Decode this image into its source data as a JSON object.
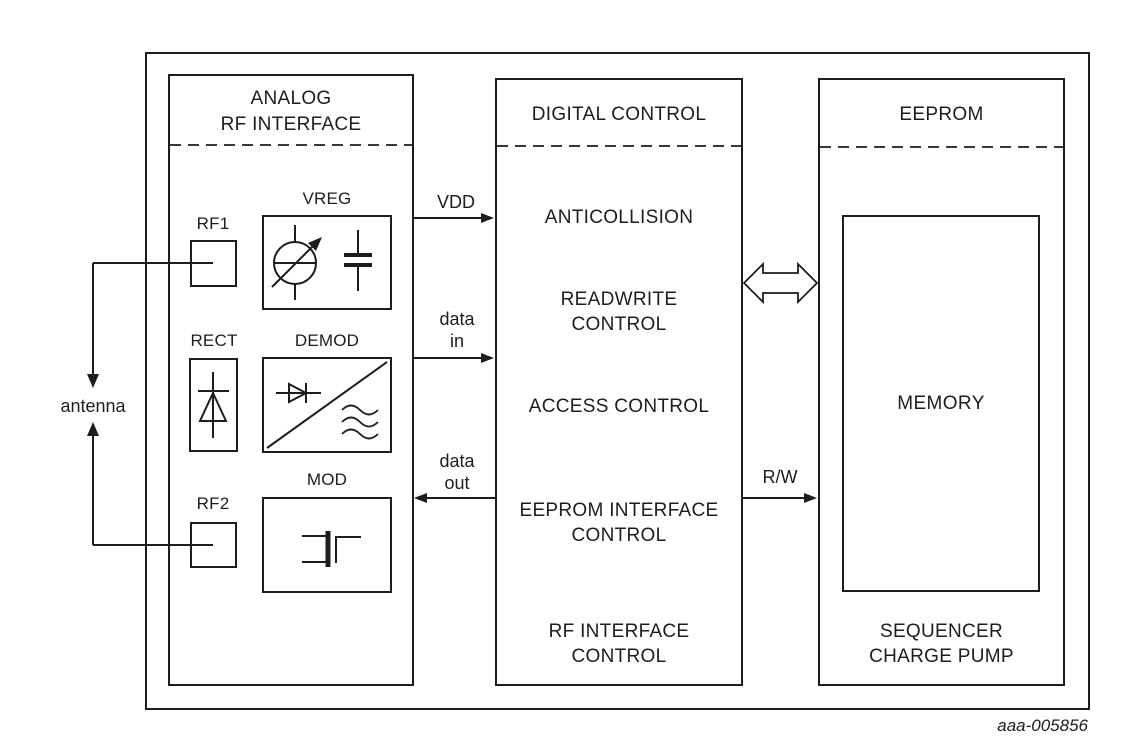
{
  "figure_id": "aaa-005856",
  "antenna_label": "antenna",
  "analog_block": {
    "title_lines": [
      "ANALOG",
      "RF INTERFACE"
    ],
    "components": {
      "rf1": "RF1",
      "vreg": "VREG",
      "rect": "RECT",
      "demod": "DEMOD",
      "mod": "MOD",
      "rf2": "RF2"
    }
  },
  "digital_block": {
    "title": "DIGITAL CONTROL",
    "items": [
      [
        "ANTICOLLISION"
      ],
      [
        "READWRITE",
        "CONTROL"
      ],
      [
        "ACCESS CONTROL"
      ],
      [
        "EEPROM INTERFACE",
        "CONTROL"
      ],
      [
        "RF INTERFACE",
        "CONTROL"
      ]
    ]
  },
  "eeprom_block": {
    "title": "EEPROM",
    "memory_label": "MEMORY",
    "footer_lines": [
      "SEQUENCER",
      "CHARGE PUMP"
    ]
  },
  "signals": {
    "vdd": "VDD",
    "data_in_lines": [
      "data",
      "in"
    ],
    "data_out_lines": [
      "data",
      "out"
    ],
    "rw": "R/W"
  }
}
